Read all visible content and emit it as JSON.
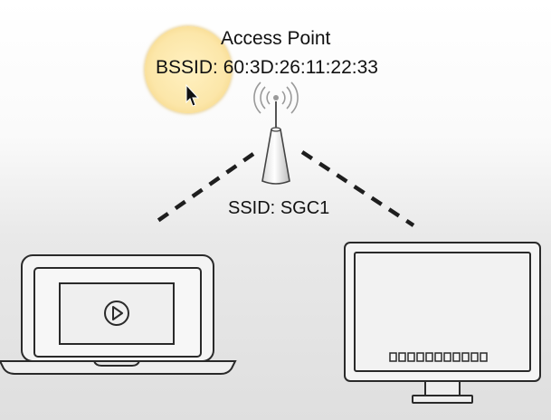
{
  "diagram": {
    "access_point": {
      "title": "Access Point",
      "bssid_label": "BSSID:",
      "bssid_value": "60:3D:26:11:22:33",
      "ssid_label": "SSID:",
      "ssid_value": "SGC1"
    },
    "devices": [
      {
        "name": "laptop",
        "content": "video-player"
      },
      {
        "name": "monitor",
        "content": "taskbar"
      }
    ],
    "connections": [
      "access-point-to-laptop",
      "access-point-to-monitor"
    ]
  },
  "colors": {
    "stroke": "#2a2a2a",
    "highlight": "#f8d98a",
    "background_bottom": "#dfdfdf"
  },
  "icons": [
    "wifi-signal-icon",
    "antenna-icon",
    "laptop-icon",
    "play-icon",
    "monitor-icon",
    "mouse-cursor-icon"
  ]
}
